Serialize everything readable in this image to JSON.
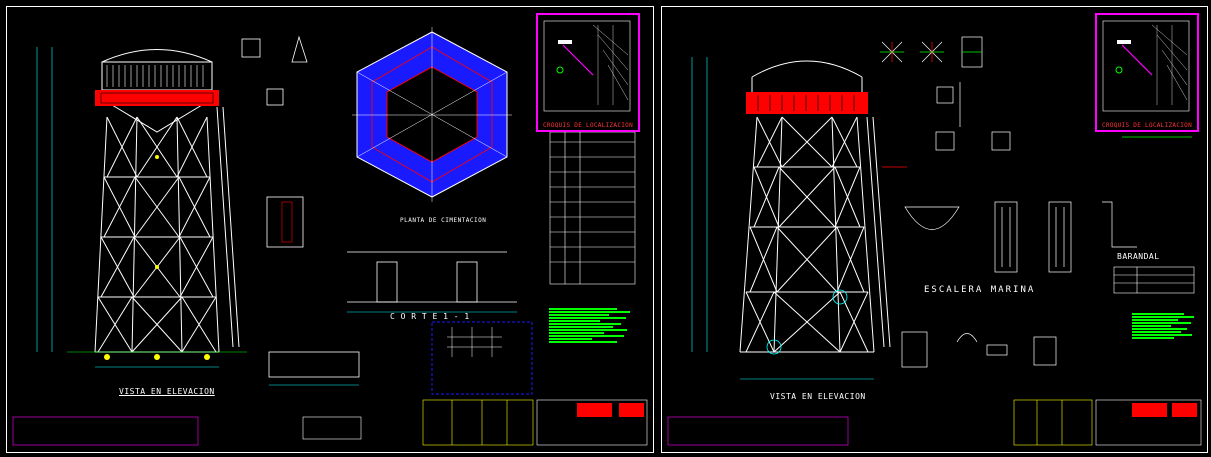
{
  "sheets": [
    {
      "id": "left",
      "titles": {
        "elevation": "VISTA EN ELEVACION",
        "foundation_plan": "PLANTA DE CIMENTACION",
        "section": "C O R T E   1 - 1",
        "location": "CROQUIS DE LOCALIZACION"
      }
    },
    {
      "id": "right",
      "titles": {
        "elevation": "VISTA EN ELEVACION",
        "ladder": "ESCALERA  MARINA",
        "railing": "BARANDAL",
        "location": "CROQUIS DE LOCALIZACION"
      }
    }
  ],
  "colors": {
    "background": "#000000",
    "structure": "#ffffff",
    "tank_band": "#ff0000",
    "foundation_fill": "#1a1aff",
    "dimension": "#00ffff",
    "notes": "#00ff00",
    "annotation": "#ffff00",
    "frame": "#ff00ff"
  }
}
